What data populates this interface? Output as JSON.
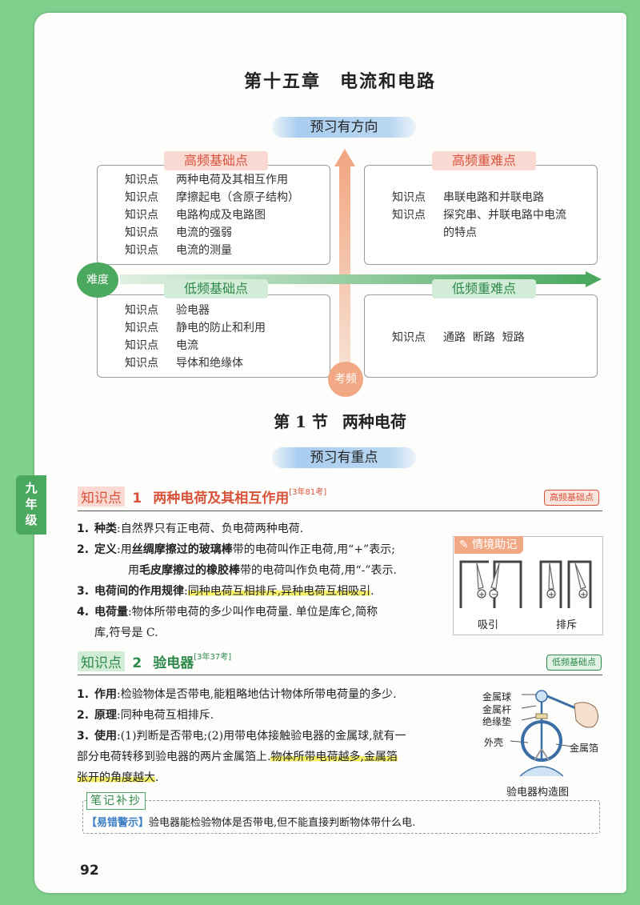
{
  "chapter": {
    "number": "第十五章",
    "title": "电流和电路"
  },
  "preview_direction": "预习有方向",
  "quadrants": {
    "high_basic": {
      "tag": "高频基础点",
      "items": [
        {
          "prefix": "知识点",
          "text": "两种电荷及其相互作用"
        },
        {
          "prefix": "知识点",
          "text": "摩擦起电（含原子结构）"
        },
        {
          "prefix": "知识点",
          "text": "电路构成及电路图"
        },
        {
          "prefix": "知识点",
          "text": "电流的强弱"
        },
        {
          "prefix": "知识点",
          "text": "电流的测量"
        }
      ]
    },
    "high_hard": {
      "tag": "高频重难点",
      "items": [
        {
          "prefix": "知识点",
          "text": "串联电路和并联电路"
        },
        {
          "prefix": "知识点",
          "text": "探究串、并联电路中电流"
        }
      ],
      "continuation": "的特点"
    },
    "low_basic": {
      "tag": "低频基础点",
      "items": [
        {
          "prefix": "知识点",
          "text": "验电器"
        },
        {
          "prefix": "知识点",
          "text": "静电的防止和利用"
        },
        {
          "prefix": "知识点",
          "text": "电流"
        },
        {
          "prefix": "知识点",
          "text": "导体和绝缘体"
        }
      ]
    },
    "low_hard": {
      "tag": "低频重难点",
      "items": [
        {
          "prefix": "知识点",
          "text": "通路  断路  短路"
        }
      ]
    }
  },
  "axis": {
    "difficulty": "难度",
    "frequency": "考频"
  },
  "section": {
    "number": "第 1 节",
    "title": "两种电荷"
  },
  "preview_key": "预习有重点",
  "side_tab": {
    "line1": "九",
    "line2": "年",
    "line3": "级"
  },
  "kp1": {
    "label": "知识点",
    "number": "1",
    "title": "两种电荷及其相互作用",
    "superscript": "[3年81考]",
    "badge": "高频基础点",
    "items": {
      "i1_num": "1.",
      "i1_key": "种类",
      "i1_text": ":自然界只有正电荷、负电荷两种电荷.",
      "i2_num": "2.",
      "i2_key": "定义",
      "i2_a": ":用",
      "i2_b": "丝绸摩擦过的玻璃棒",
      "i2_c": "带的电荷叫作正电荷,用“+”表示;",
      "i2_d": "用",
      "i2_e": "毛皮摩擦过的橡胶棒",
      "i2_f": "带的电荷叫作负电荷,用“-”表示.",
      "i3_num": "3.",
      "i3_key": "电荷间的作用规律",
      "i3_colon": ":",
      "i3_text": "同种电荷互相排斥,异种电荷互相吸引",
      "i3_end": ".",
      "i4_num": "4.",
      "i4_key": "电荷量",
      "i4_text": ":物体所带电荷的多少叫作电荷量. 单位是库仑,简称",
      "i4_text2": "库,符号是 C."
    },
    "figure": {
      "title": "情境助记",
      "left_caption": "吸引",
      "right_caption": "排斥"
    }
  },
  "kp2": {
    "label": "知识点",
    "number": "2",
    "title": "验电器",
    "superscript": "[3年37考]",
    "badge": "低频基础点",
    "items": {
      "i1_num": "1.",
      "i1_key": "作用",
      "i1_text": ":检验物体是否带电,能粗略地估计物体所带电荷量的多少.",
      "i2_num": "2.",
      "i2_key": "原理",
      "i2_text": ":同种电荷互相排斥.",
      "i3_num": "3.",
      "i3_key": "使用",
      "i3_text": ":(1)判断是否带电;(2)用带电体接触验电器的金属球,就有一",
      "i3_text2": "部分电荷转移到验电器的两片金属箔上.",
      "i3_hl1": "物体所带电荷越多,金属箔",
      "i3_hl2": "张开的角度越大",
      "i3_end": "."
    },
    "figure": {
      "labels": [
        "金属球",
        "金属杆",
        "绝缘垫",
        "外壳",
        "金属箔"
      ],
      "caption": "验电器构造图"
    }
  },
  "notes": {
    "title": "笔记补抄",
    "warning_tag": "【易错警示】",
    "warning_text": "验电器能检验物体是否带电,但不能直接判断物体带什么电."
  },
  "page_number": "92",
  "colors": {
    "green": "#4aa85f",
    "red": "#d9533b",
    "highlight": "#f5ef6a",
    "brush": "#a9cdef"
  }
}
